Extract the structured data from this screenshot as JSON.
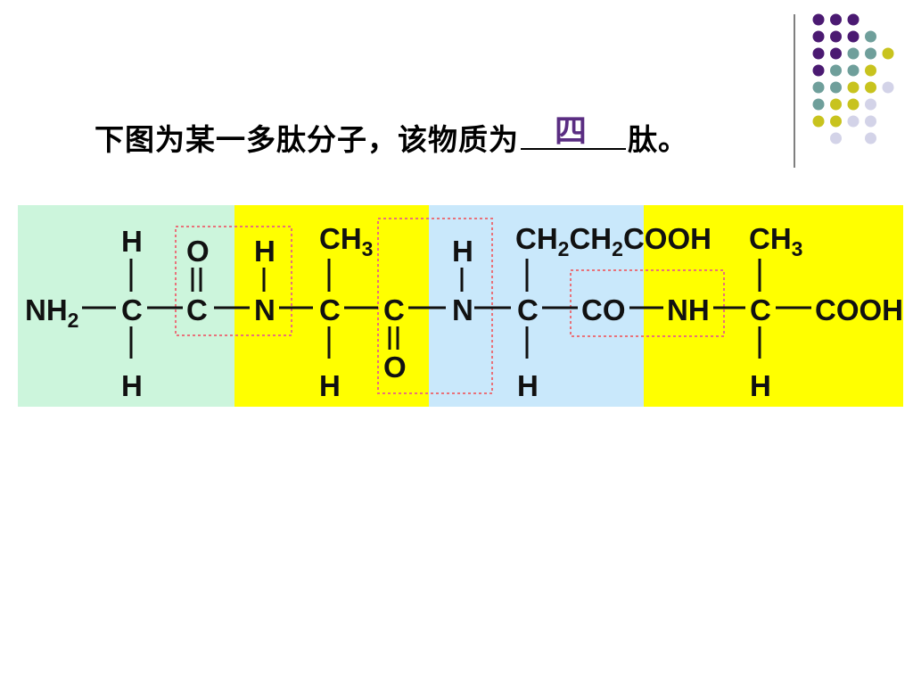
{
  "question": {
    "before": "下图为某一多肽分子，该物质为",
    "answer": "四",
    "after": "肽。"
  },
  "molecule": {
    "nh2": "NH",
    "nh2_sub": "2",
    "h": "H",
    "c": "C",
    "o": "O",
    "n": "N",
    "ch3": "CH",
    "ch3_sub": "3",
    "side_chain": {
      "ch": "CH",
      "sub": "2",
      "cooh": "COOH"
    },
    "co": "CO",
    "nh": "NH",
    "cooh": "COOH"
  },
  "colors": {
    "residue_1": "#ccf5dc",
    "residue_2": "#ffff00",
    "residue_3": "#c9e8fb",
    "residue_4": "#ffff00",
    "peptide_box": "#e8727a",
    "dot_purple": "#4b1a72",
    "dot_teal": "#6f9f9b",
    "dot_olive": "#c8c31e",
    "dot_lavender": "#d3d3e8",
    "answer": "#5a2d82"
  },
  "icons": {
    "decoration": "dot-grid-decoration"
  }
}
